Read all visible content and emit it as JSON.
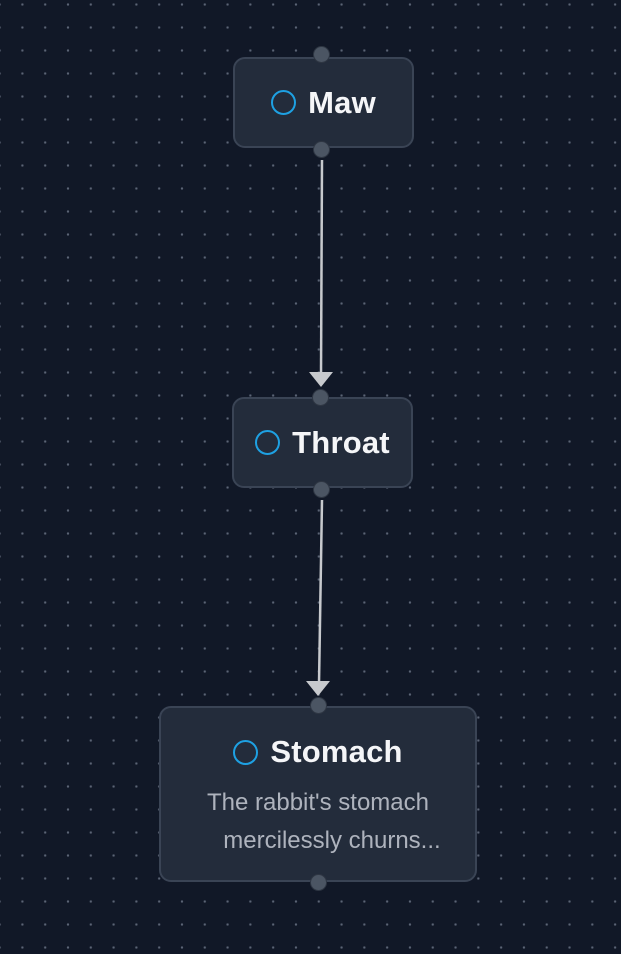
{
  "canvas": {
    "background_color": "#111827",
    "dot_color": "#5b6475"
  },
  "colors": {
    "node_fill": "#232c3b",
    "node_border": "#3a4455",
    "status_icon": "#1ea1e3",
    "edge": "#c7c9cd",
    "handle": "#4b5563"
  },
  "nodes": [
    {
      "id": "maw",
      "label": "Maw",
      "icon": "circle-status-icon"
    },
    {
      "id": "throat",
      "label": "Throat",
      "icon": "circle-status-icon"
    },
    {
      "id": "stomach",
      "label": "Stomach",
      "icon": "circle-status-icon",
      "description_lines": [
        "The rabbit's stomach",
        "mercilessly churns..."
      ]
    }
  ],
  "edges": [
    {
      "from": "maw",
      "to": "throat"
    },
    {
      "from": "throat",
      "to": "stomach"
    }
  ]
}
